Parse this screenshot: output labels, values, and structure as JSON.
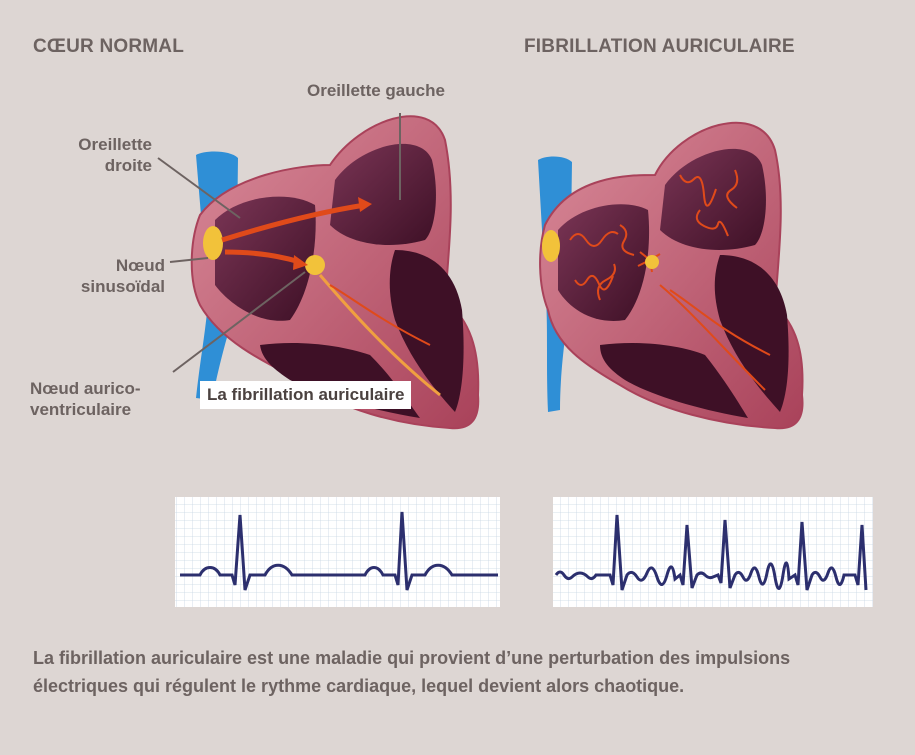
{
  "headings": {
    "normal": "CŒUR NORMAL",
    "fibrillation": "FIBRILLATION AURICULAIRE"
  },
  "labels": {
    "left_atrium": "Oreillette gauche",
    "right_atrium_l1": "Oreillette",
    "right_atrium_l2": "droite",
    "sinus_node_l1": "Nœud",
    "sinus_node_l2": "sinusoïdal",
    "av_node_l1": "Nœud aurico-",
    "av_node_l2": "ventriculaire"
  },
  "tooltip": "La fibrillation auriculaire",
  "caption": "La fibrillation auriculaire est une maladie qui provient d’une perturbation des impulsions électriques qui régulent le rythme cardiaque, lequel devient alors chaotique.",
  "colors": {
    "background": "#ddd6d3",
    "heart_wall": "#c05a6e",
    "chamber": "#5a1f3a",
    "vessel": "#2f8fd6",
    "impulse": "#e04a1a",
    "node": "#f2c23a",
    "ecg_trace": "#2c2f6e",
    "ecg_grid": "#c8d6e4"
  },
  "icons": [
    "heart-illustration",
    "ecg-strip"
  ]
}
